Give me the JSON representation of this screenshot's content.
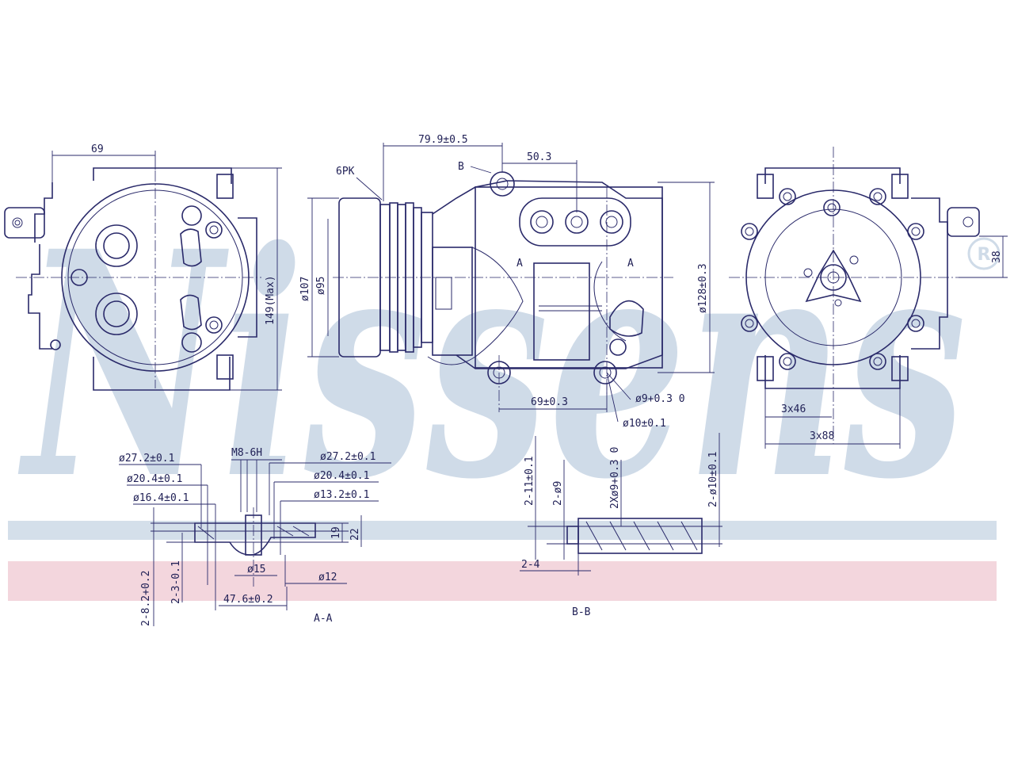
{
  "watermark": {
    "brand": "Nissens",
    "registered_mark": "R",
    "colors": {
      "text": "#cfdbe8",
      "band_blue": "#d4dfea",
      "band_red": "#f3d6dd"
    }
  },
  "front_view": {
    "width_dim": "69",
    "height_dim": "149(Max)"
  },
  "side_view": {
    "belt_label": "6PK",
    "offset_dim": "79.9±0.5",
    "port_dim": "50.3",
    "section_b_marker": "B",
    "section_a_marker_left": "A",
    "section_a_marker_right": "A",
    "pulley_outer_dia": "ø107",
    "pulley_inner_dia": "ø95",
    "body_dia": "ø128±0.3",
    "mount_spacing": "69±0.3",
    "hole_dia": "ø9+0.3 0",
    "hole_dia2": "ø10±0.1"
  },
  "rear_view": {
    "height_dim": "38",
    "small_dim": "3x46",
    "large_dim": "3x88"
  },
  "section_aa": {
    "title": "A-A",
    "labels_left": [
      "ø27.2±0.1",
      "ø20.4±0.1",
      "ø16.4±0.1"
    ],
    "thread": "M8-6H",
    "labels_right": [
      "ø27.2±0.1",
      "ø20.4±0.1",
      "ø13.2±0.1"
    ],
    "depth_19": "19",
    "depth_22": "22",
    "bore_15": "ø15",
    "bore_12": "ø12",
    "width_dim": "47.6±0.2",
    "vert_left": "2-8.2+0.2",
    "vert_mid": "2-3-0.1"
  },
  "section_bb": {
    "title": "B-B",
    "v1": "2-11±0.1",
    "v2": "2-ø9",
    "v3": "2Xø9+0.3 0",
    "v4": "2-ø10±0.1",
    "h1": "2-4"
  }
}
